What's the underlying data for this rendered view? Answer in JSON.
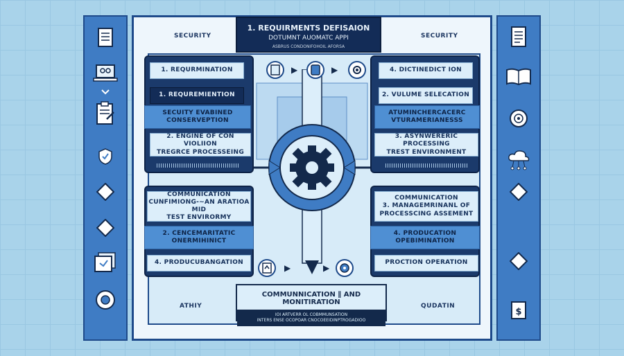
{
  "header": {
    "title": "1. REQUIRMENTS DEFISAION",
    "subtitle": "DOTUMNT AUOMATC APPI",
    "caption": "ASBRUS CONDONIFOHOIL AFORSA"
  },
  "corners": {
    "top_left": "SECURITY",
    "top_right": "SECURITY",
    "bottom_left": "ATHIY",
    "bottom_right": "QUDATIN"
  },
  "left_top": {
    "header": "1. REQURMINATION",
    "card1": "1.  REQUREMIENTION",
    "card2_line1": "SECUITY EVABINED",
    "card2_line2": "CONSERVEPTION",
    "card3_line1": "2.   ENGINE OF CON VIOLIION",
    "card3_line2": "TREGRCE PROCESSEING"
  },
  "right_top": {
    "header": "4. DICTINEDICT ION",
    "card1": "2. VULUME SELECATION",
    "card2_line1": "ATUMINCHERCACERC",
    "card2_line2": "VTURAMERIANESSS",
    "card3_line1": "3.   ASYNWERERIC PROCESSING",
    "card3_line2": "TREST ENVIRONMENT"
  },
  "left_bottom": {
    "card1_line1": "COMMUNICATION",
    "card1_line2": "CUNFIMIONG-~AN ARATIOA MID",
    "card1_line3": "TEST ENVIRORMY",
    "card2_line1": "2.  CENCEMARITATIC",
    "card2_line2": "ONERMIHINICT",
    "card3": "4. PRODUCUBANGATION"
  },
  "right_bottom": {
    "card1_line1": "COMMUNICATION",
    "card1_line2": "3.   MANAGEMRINANL OF",
    "card1_line3": "PROCESSCING ASSEMENT",
    "card2_line1": "4.  PRODUCATION",
    "card2_line2": "OPEBIMINATION",
    "card3": "PROCTION OPERATION"
  },
  "bottom_box": {
    "title": "COMMUNNICATION ∥ AND MONITIRATION",
    "line1": "IOI ARTVERR OL COBMMUNSATION",
    "line2": "INTERS ENSE OCOPOAR CNOCOEEIDINPTROGADIOO"
  },
  "colors": {
    "navy": "#13294b",
    "blue": "#3f7cc4",
    "light": "#dceefa",
    "mid": "#4f8fd3",
    "background": "#a9d3ea"
  },
  "icons": {
    "center": "gear-icon",
    "flow": [
      "document-icon",
      "tablet-icon",
      "settings-panel-icon",
      "upload-document-icon",
      "cog-circle-icon"
    ],
    "left_column": [
      "document-icon",
      "laptop-network-icon",
      "checklist-icon",
      "shield-icon",
      "diamond-icon",
      "diamond-icon",
      "diamond-icon",
      "file-stack-icon",
      "gear-circle-icon"
    ],
    "right_column": [
      "document-icon",
      "book-icon",
      "target-icon",
      "cloud-network-icon",
      "diamond-icon",
      "diamond-icon",
      "dollar-tag-icon"
    ]
  }
}
